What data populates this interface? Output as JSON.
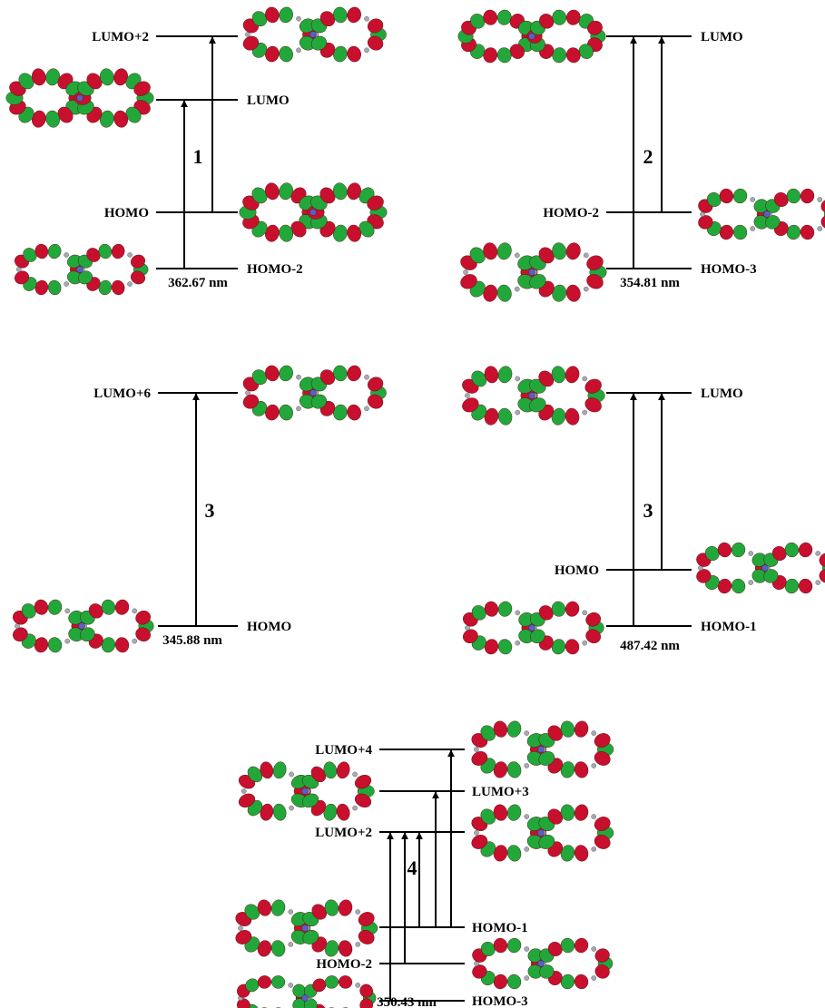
{
  "panels": [
    {
      "id": "p1",
      "transition_number": "1",
      "wavelength": "362.67 nm",
      "levels": [
        {
          "key": "lumo2",
          "label": "LUMO+2"
        },
        {
          "key": "lumo",
          "label": "LUMO"
        },
        {
          "key": "homo",
          "label": "HOMO"
        },
        {
          "key": "homo2",
          "label": "HOMO-2"
        }
      ],
      "transitions": [
        {
          "from": "homo2",
          "to": "lumo"
        },
        {
          "from": "homo",
          "to": "lumo2"
        }
      ]
    },
    {
      "id": "p2",
      "transition_number": "2",
      "wavelength": "354.81 nm",
      "levels": [
        {
          "key": "lumo",
          "label": "LUMO"
        },
        {
          "key": "homo2",
          "label": "HOMO-2"
        },
        {
          "key": "homo3",
          "label": "HOMO-3"
        }
      ],
      "transitions": [
        {
          "from": "homo3",
          "to": "lumo"
        },
        {
          "from": "homo2",
          "to": "lumo"
        }
      ]
    },
    {
      "id": "p3",
      "transition_number": "3",
      "wavelength": "345.88 nm",
      "levels": [
        {
          "key": "lumo6",
          "label": "LUMO+6"
        },
        {
          "key": "homo",
          "label": "HOMO"
        }
      ],
      "transitions": [
        {
          "from": "homo",
          "to": "lumo6"
        }
      ]
    },
    {
      "id": "p4",
      "transition_number": "3",
      "wavelength": "487.42 nm",
      "levels": [
        {
          "key": "lumo",
          "label": "LUMO"
        },
        {
          "key": "homo",
          "label": "HOMO"
        },
        {
          "key": "homo1",
          "label": "HOMO-1"
        }
      ],
      "transitions": [
        {
          "from": "homo1",
          "to": "lumo"
        },
        {
          "from": "homo",
          "to": "lumo"
        }
      ]
    },
    {
      "id": "p5",
      "transition_number": "4",
      "wavelength": "350.43 nm",
      "levels": [
        {
          "key": "lumo4",
          "label": "LUMO+4"
        },
        {
          "key": "lumo3",
          "label": "LUMO+3"
        },
        {
          "key": "lumo2",
          "label": "LUMO+2"
        },
        {
          "key": "homo1",
          "label": "HOMO-1"
        },
        {
          "key": "homo2",
          "label": "HOMO-2"
        },
        {
          "key": "homo3",
          "label": "HOMO-3"
        }
      ],
      "transitions": [
        {
          "from": "homo3",
          "to": "lumo2"
        },
        {
          "from": "homo2",
          "to": "lumo2"
        },
        {
          "from": "homo1",
          "to": "lumo2"
        },
        {
          "from": "homo1",
          "to": "lumo3"
        },
        {
          "from": "homo1",
          "to": "lumo4"
        }
      ]
    }
  ],
  "colors": {
    "lobe_red": "#c8102e",
    "lobe_green": "#22a83a",
    "atom_grey": "#a9a9b4",
    "atom_blue": "#5560c8",
    "line": "#000000"
  }
}
